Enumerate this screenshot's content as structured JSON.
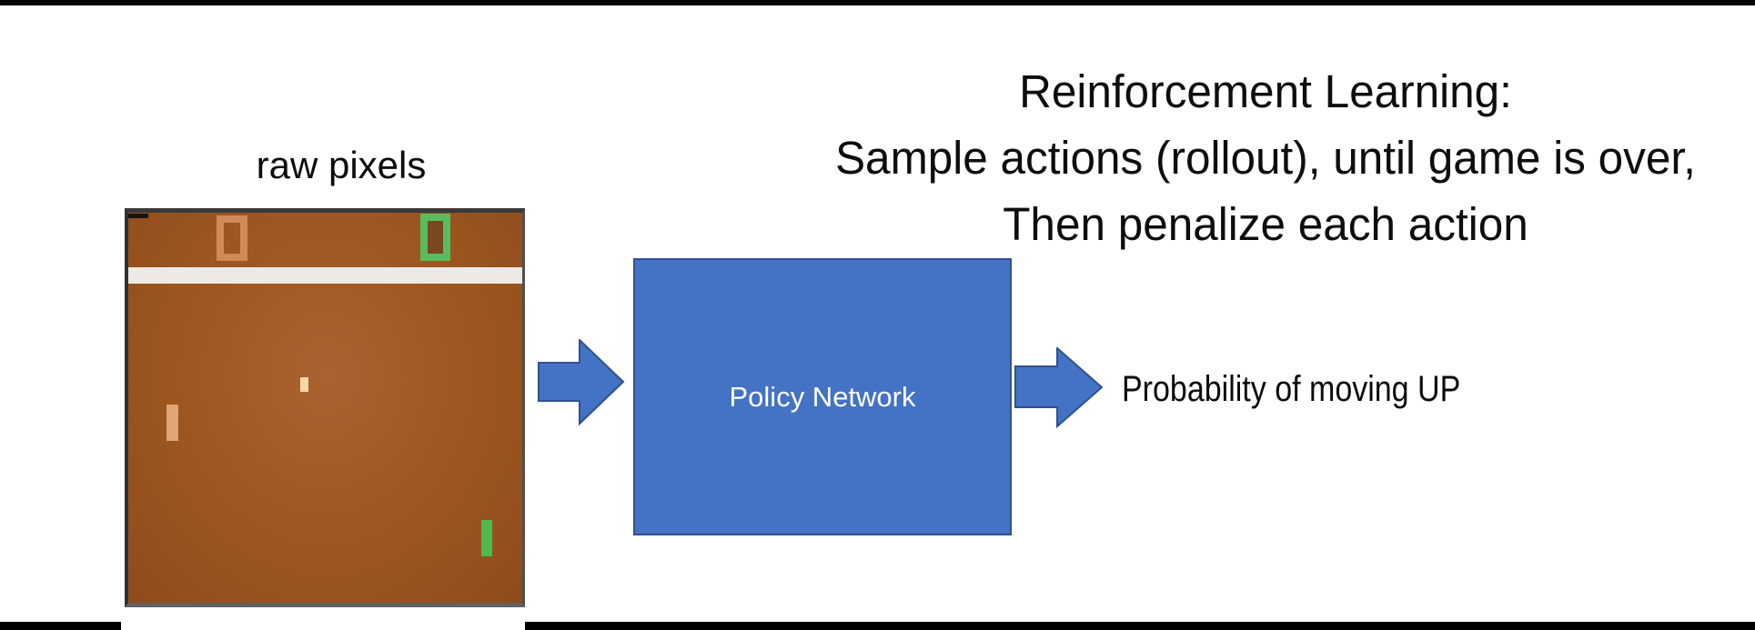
{
  "title": {
    "lines": [
      "Reinforcement Learning:",
      "Sample actions (rollout), until game is over,",
      "Then penalize each action"
    ]
  },
  "pipeline": {
    "input_label": "raw pixels",
    "network_label": "Policy Network",
    "output_label": "Probability of moving UP"
  },
  "game_screen": {
    "game": "Pong",
    "left_score": "0",
    "right_score": "0"
  },
  "colors": {
    "arrow_fill": "#4472c4",
    "arrow_stroke": "#2f528f",
    "box_fill": "#4472c4",
    "box_stroke": "#2f528f",
    "field_brown": "#9d561f",
    "field_light": "#aa6230",
    "field_dark": "#8e4c1c",
    "score_orange": "#d18a57",
    "score_green": "#57bd5e",
    "paddle_orange": "#dfa579",
    "paddle_green": "#4eb94d",
    "ball_cream": "#f4d9a8",
    "band_white": "#edeae5"
  }
}
